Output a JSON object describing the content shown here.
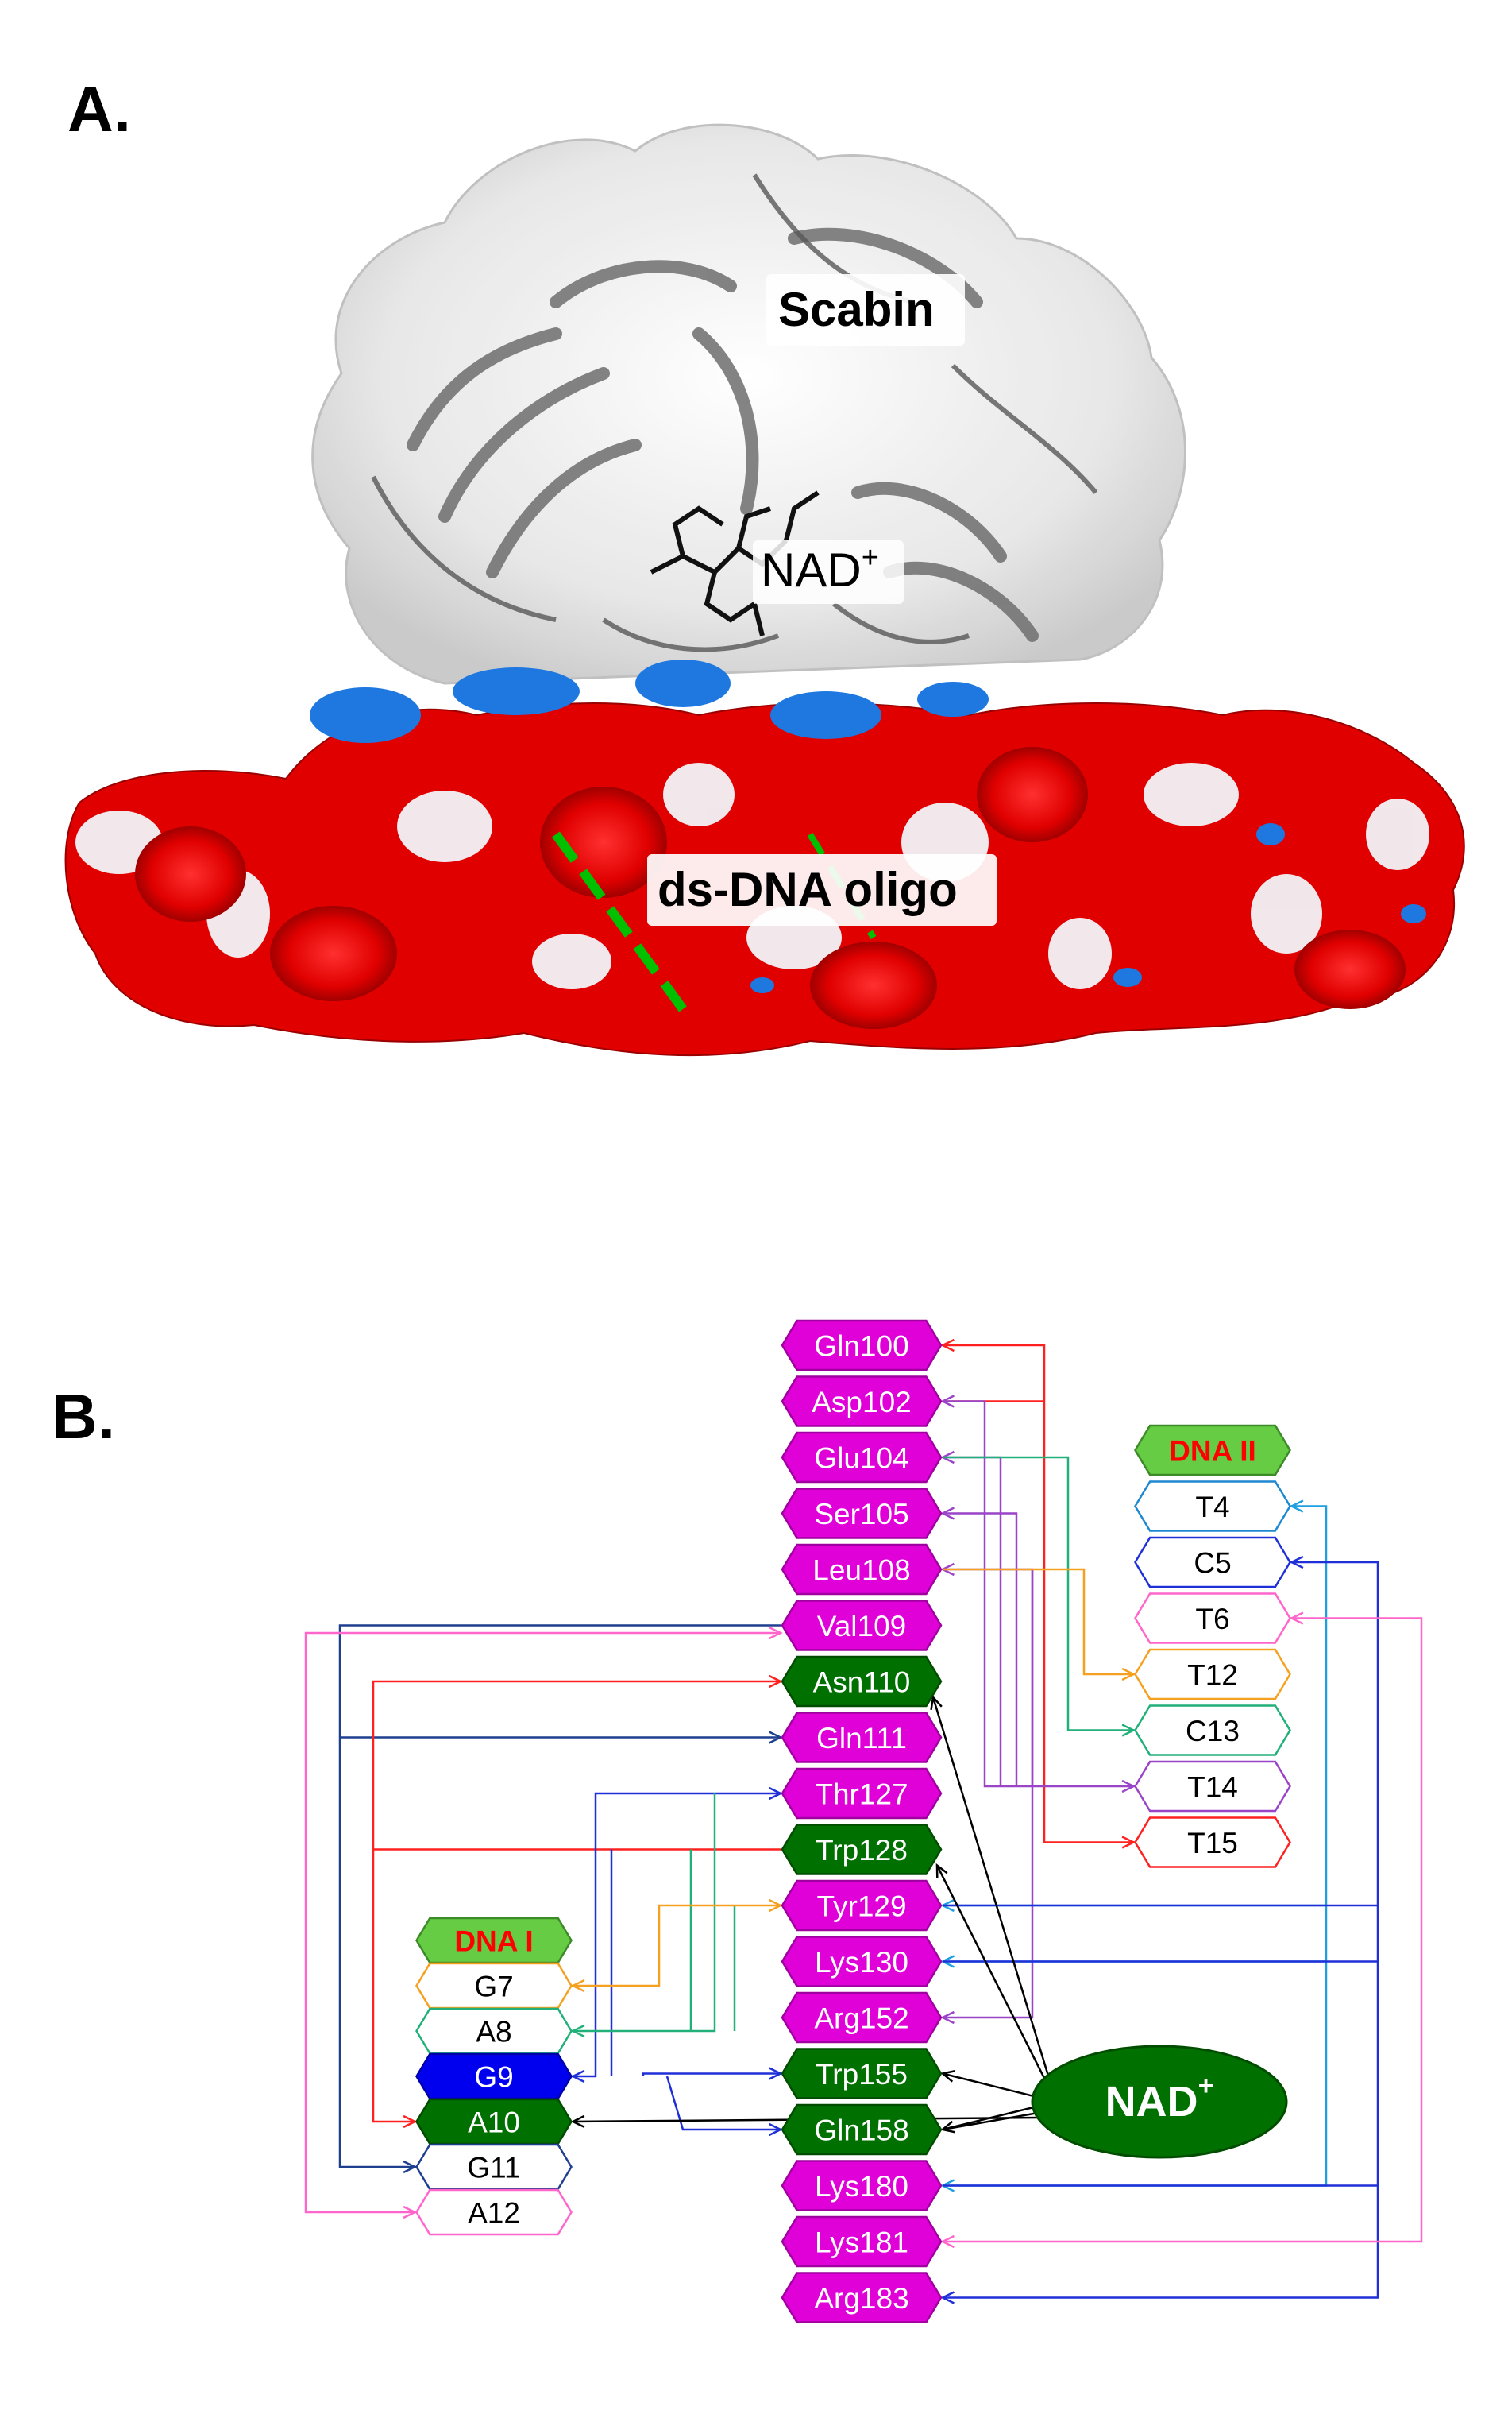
{
  "panel_a": {
    "label": "A.",
    "protein_label": "Scabin",
    "ligand_label": "NAD",
    "ligand_sup": "+",
    "dna_label": "ds-DNA oligo"
  },
  "panel_b": {
    "label": "B.",
    "nad_label": "NAD",
    "nad_sup": "+",
    "residues": [
      {
        "id": "Gln100",
        "label": "Gln100",
        "fill": "#e000d8",
        "text": "#ffffff",
        "stroke": "#a000a0"
      },
      {
        "id": "Asp102",
        "label": "Asp102",
        "fill": "#e000d8",
        "text": "#ffffff",
        "stroke": "#a000a0"
      },
      {
        "id": "Glu104",
        "label": "Glu104",
        "fill": "#e000d8",
        "text": "#ffffff",
        "stroke": "#a000a0"
      },
      {
        "id": "Ser105",
        "label": "Ser105",
        "fill": "#e000d8",
        "text": "#ffffff",
        "stroke": "#a000a0"
      },
      {
        "id": "Leu108",
        "label": "Leu108",
        "fill": "#e000d8",
        "text": "#ffffff",
        "stroke": "#a000a0"
      },
      {
        "id": "Val109",
        "label": "Val109",
        "fill": "#e000d8",
        "text": "#ffffff",
        "stroke": "#a000a0"
      },
      {
        "id": "Asn110",
        "label": "Asn110",
        "fill": "#007000",
        "text": "#ffffff",
        "stroke": "#004d00"
      },
      {
        "id": "Gln111",
        "label": "Gln111",
        "fill": "#e000d8",
        "text": "#ffffff",
        "stroke": "#a000a0"
      },
      {
        "id": "Thr127",
        "label": "Thr127",
        "fill": "#e000d8",
        "text": "#ffffff",
        "stroke": "#a000a0"
      },
      {
        "id": "Trp128",
        "label": "Trp128",
        "fill": "#007000",
        "text": "#ffffff",
        "stroke": "#004d00"
      },
      {
        "id": "Tyr129",
        "label": "Tyr129",
        "fill": "#e000d8",
        "text": "#ffffff",
        "stroke": "#a000a0"
      },
      {
        "id": "Lys130",
        "label": "Lys130",
        "fill": "#e000d8",
        "text": "#ffffff",
        "stroke": "#a000a0"
      },
      {
        "id": "Arg152",
        "label": "Arg152",
        "fill": "#e000d8",
        "text": "#ffffff",
        "stroke": "#a000a0"
      },
      {
        "id": "Trp155",
        "label": "Trp155",
        "fill": "#007000",
        "text": "#ffffff",
        "stroke": "#004d00"
      },
      {
        "id": "Gln158",
        "label": "Gln158",
        "fill": "#007000",
        "text": "#ffffff",
        "stroke": "#004d00"
      },
      {
        "id": "Lys180",
        "label": "Lys180",
        "fill": "#e000d8",
        "text": "#ffffff",
        "stroke": "#a000a0"
      },
      {
        "id": "Lys181",
        "label": "Lys181",
        "fill": "#e000d8",
        "text": "#ffffff",
        "stroke": "#a000a0"
      },
      {
        "id": "Arg183",
        "label": "Arg183",
        "fill": "#e000d8",
        "text": "#ffffff",
        "stroke": "#a000a0"
      }
    ],
    "dna_i": [
      {
        "id": "DNAI",
        "label": "DNA I",
        "fill": "#66cc44",
        "text": "#ff0000",
        "stroke": "#3d8a28",
        "bold": true
      },
      {
        "id": "G7",
        "label": "G7",
        "fill": "#ffffff",
        "text": "#000000",
        "stroke": "#f5a020"
      },
      {
        "id": "A8",
        "label": "A8",
        "fill": "#ffffff",
        "text": "#000000",
        "stroke": "#22b07a"
      },
      {
        "id": "G9",
        "label": "G9",
        "fill": "#0000ee",
        "text": "#ffffff",
        "stroke": "#0000aa"
      },
      {
        "id": "A10",
        "label": "A10",
        "fill": "#007000",
        "text": "#ffffff",
        "stroke": "#004d00"
      },
      {
        "id": "G11",
        "label": "G11",
        "fill": "#ffffff",
        "text": "#000000",
        "stroke": "#1f3f8f"
      },
      {
        "id": "A12",
        "label": "A12",
        "fill": "#ffffff",
        "text": "#000000",
        "stroke": "#ff66cc"
      }
    ],
    "dna_ii": [
      {
        "id": "DNAII",
        "label": "DNA II",
        "fill": "#66cc44",
        "text": "#ff0000",
        "stroke": "#3d8a28",
        "bold": true
      },
      {
        "id": "T4",
        "label": "T4",
        "fill": "#ffffff",
        "text": "#000000",
        "stroke": "#1e88d0"
      },
      {
        "id": "C5",
        "label": "C5",
        "fill": "#ffffff",
        "text": "#000000",
        "stroke": "#2030d8"
      },
      {
        "id": "T6",
        "label": "T6",
        "fill": "#ffffff",
        "text": "#000000",
        "stroke": "#ff66cc"
      },
      {
        "id": "T12",
        "label": "T12",
        "fill": "#ffffff",
        "text": "#000000",
        "stroke": "#f5a020"
      },
      {
        "id": "C13",
        "label": "C13",
        "fill": "#ffffff",
        "text": "#000000",
        "stroke": "#22b07a"
      },
      {
        "id": "T14",
        "label": "T14",
        "fill": "#ffffff",
        "text": "#000000",
        "stroke": "#9a44c8"
      },
      {
        "id": "T15",
        "label": "T15",
        "fill": "#ffffff",
        "text": "#000000",
        "stroke": "#ff2020"
      }
    ],
    "interaction_colors": {
      "G11": "#1f3f8f",
      "A12": "#ff66cc",
      "A10": "#ff2020",
      "G9": "#2030d8",
      "A8": "#22b07a",
      "G7": "#f5a020",
      "T4": "#1ea0e0",
      "C5": "#2030d8",
      "T6": "#ff66cc",
      "T12": "#f5a020",
      "C13": "#22b07a",
      "T14": "#9a44c8",
      "T15": "#ff2020",
      "NAD": "#000000"
    }
  }
}
